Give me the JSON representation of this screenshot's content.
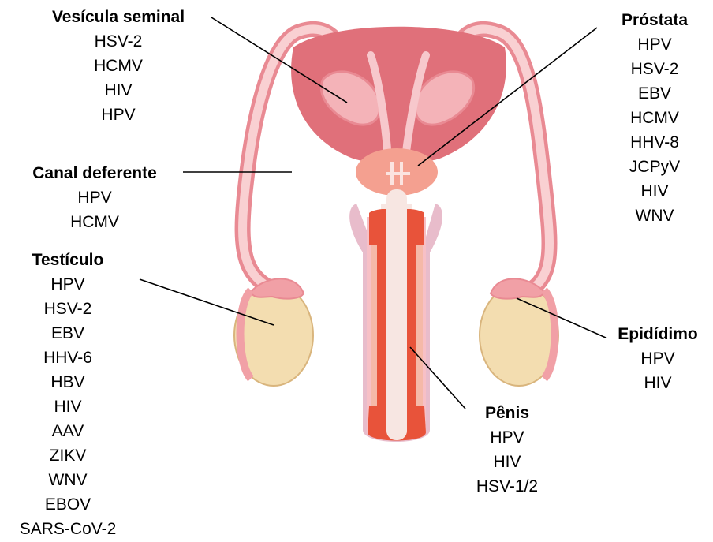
{
  "colors": {
    "bladder": "#e0707a",
    "duct": "#f1a0a6",
    "duct_inner": "#f9d0d2",
    "testis": "#f3ddb0",
    "testis_edge": "#d9b57d",
    "penis_outer": "#e8bccb",
    "penis_core": "#e8533a",
    "urethra": "#f7e6e2",
    "line": "#000000"
  },
  "groups": [
    {
      "id": "vesicula",
      "title": "Vesícula seminal",
      "items": [
        "HSV-2",
        "HCMV",
        "HIV",
        "HPV"
      ]
    },
    {
      "id": "canal",
      "title": "Canal deferente",
      "items": [
        "HPV",
        "HCMV"
      ]
    },
    {
      "id": "testiculo",
      "title": "Testículo",
      "items": [
        "HPV",
        "HSV-2",
        "EBV",
        "HHV-6",
        "HBV",
        "HIV",
        "AAV",
        "ZIKV",
        "WNV",
        "EBOV",
        "SARS-CoV-2"
      ]
    },
    {
      "id": "prostata",
      "title": "Próstata",
      "items": [
        "HPV",
        "HSV-2",
        "EBV",
        "HCMV",
        "HHV-8",
        "JCPyV",
        "HIV",
        "WNV"
      ]
    },
    {
      "id": "epididimo",
      "title": "Epidídimo",
      "items": [
        "HPV",
        "HIV"
      ]
    },
    {
      "id": "penis",
      "title": "Pênis",
      "items": [
        "HPV",
        "HIV",
        "HSV-1/2"
      ]
    }
  ]
}
